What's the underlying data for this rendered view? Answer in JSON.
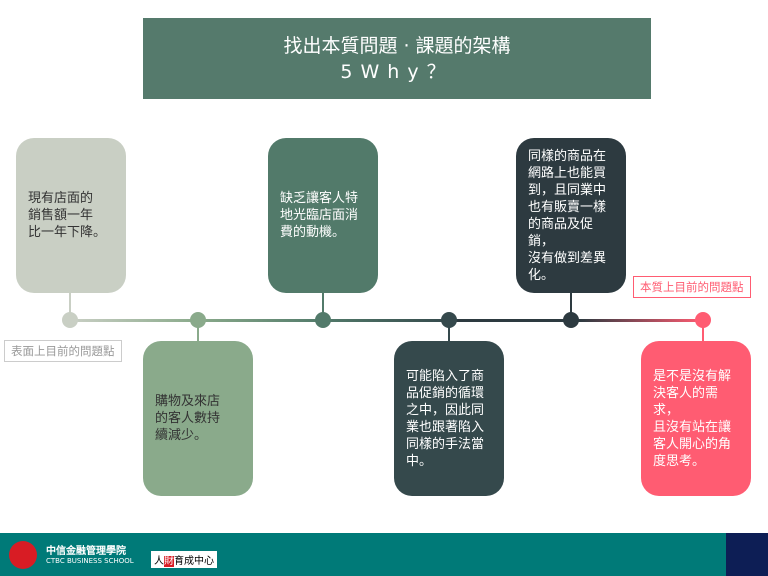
{
  "title": {
    "line1": "找出本質問題 · 課題的架構",
    "line2": "5Why？"
  },
  "cards": [
    {
      "text": "現有店面的\n銷售額一年\n比一年下降。",
      "color": "#c9cfc4"
    },
    {
      "text": "購物及來店\n的客人數持\n續減少。",
      "color": "#8aaa8b"
    },
    {
      "text": "缺乏讓客人特\n地光臨店面消\n費的動機。",
      "color": "#527a6a"
    },
    {
      "text": "可能陷入了商\n品促銷的循環\n之中，因此同\n業也跟著陷入\n同樣的手法當\n中。",
      "color": "#35494c"
    },
    {
      "text": "同樣的商品在\n網路上也能買\n到，且同業中\n也有販賣一樣\n的商品及促銷，\n沒有做到差異\n化。",
      "color": "#2d3a40"
    },
    {
      "text": "是不是沒有解\n決客人的需求，\n且沒有站在讓\n客人開心的角\n度思考。",
      "color": "#ff5c72"
    }
  ],
  "labels": {
    "surface": "表面上目前的問題點",
    "essential": "本質上目前的問題點"
  },
  "footer": {
    "org_zh": "中信金融管理學院",
    "org_en": "CTBC BUSINESS SCHOOL",
    "center_a": "人",
    "center_b": "財",
    "center_c": "育成中心"
  }
}
